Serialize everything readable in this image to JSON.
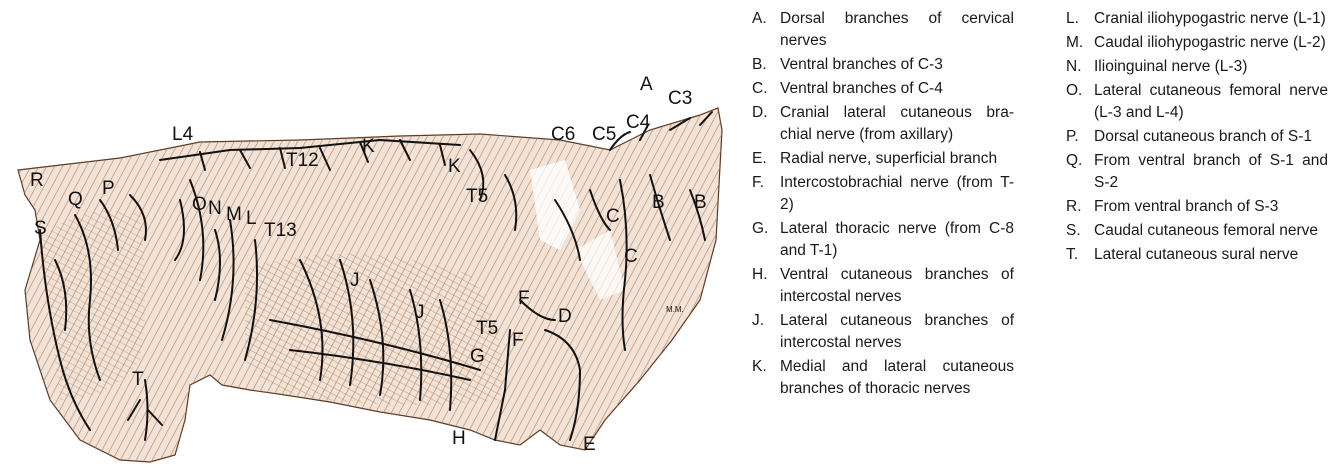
{
  "figure": {
    "labels": [
      "A",
      "B",
      "C",
      "D",
      "E",
      "F",
      "G",
      "H",
      "J",
      "K",
      "L",
      "M",
      "N",
      "O",
      "P",
      "Q",
      "R",
      "S",
      "T",
      "C3",
      "C4",
      "C5",
      "C6",
      "T5",
      "T12",
      "T13",
      "L4"
    ],
    "signature": "M.M."
  },
  "legend": {
    "left": [
      {
        "letter": "A.",
        "text": "Dorsal branches of cervical nerves"
      },
      {
        "letter": "B.",
        "text": "Ventral branches of C-3"
      },
      {
        "letter": "C.",
        "text": "Ventral branches of C-4"
      },
      {
        "letter": "D.",
        "text": "Cranial lateral cutaneous bra-chial nerve (from axillary)"
      },
      {
        "letter": "E.",
        "text": "Radial nerve, superficial branch"
      },
      {
        "letter": "F.",
        "text": "Intercostobrachial nerve (from T-2)"
      },
      {
        "letter": "G.",
        "text": "Lateral thoracic nerve (from C-8 and T-1)"
      },
      {
        "letter": "H.",
        "text": "Ventral cutaneous branches of intercostal nerves"
      },
      {
        "letter": "J.",
        "text": "Lateral cutaneous branches of intercostal nerves"
      },
      {
        "letter": "K.",
        "text": "Medial and lateral cutaneous branches of thoracic nerves"
      }
    ],
    "right": [
      {
        "letter": "L.",
        "text": "Cranial iliohypogastric nerve (L-1)"
      },
      {
        "letter": "M.",
        "text": "Caudal iliohypogastric nerve (L-2)"
      },
      {
        "letter": "N.",
        "text": "Ilioinguinal nerve (L-3)"
      },
      {
        "letter": "O.",
        "text": "Lateral cutaneous femoral nerve (L-3 and L-4)"
      },
      {
        "letter": "P.",
        "text": "Dorsal cutaneous branch of S-1"
      },
      {
        "letter": "Q.",
        "text": "From ventral branch of S-1 and S-2"
      },
      {
        "letter": "R.",
        "text": "From ventral branch of S-3"
      },
      {
        "letter": "S.",
        "text": "Caudal cutaneous femoral nerve"
      },
      {
        "letter": "T.",
        "text": "Lateral cutaneous sural nerve"
      }
    ]
  },
  "colors": {
    "skin": "#f2e3d6",
    "hatch": "#a57b5c",
    "nerve": "#111111"
  }
}
